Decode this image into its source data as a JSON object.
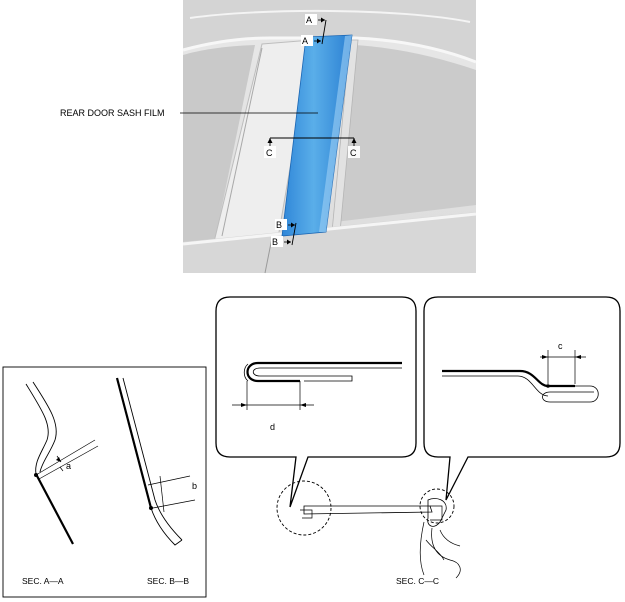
{
  "photo": {
    "film_label": "REAR DOOR SASH FILM",
    "marker_a_top": "A",
    "marker_a_bottom": "A",
    "marker_b_top": "B",
    "marker_b_bottom": "B",
    "marker_c_left": "C",
    "marker_c_right": "C",
    "colors": {
      "film": "#2f8de0",
      "film_light": "#6fb6ee",
      "frame_bg": "#e4e4e4"
    }
  },
  "sections_ab": {
    "dim_a": "a",
    "dim_b": "b",
    "caption_a": "SEC. A—A",
    "caption_b": "SEC. B—B"
  },
  "section_c": {
    "dim_d": "d",
    "dim_c": "c",
    "caption": "SEC. C—C"
  }
}
